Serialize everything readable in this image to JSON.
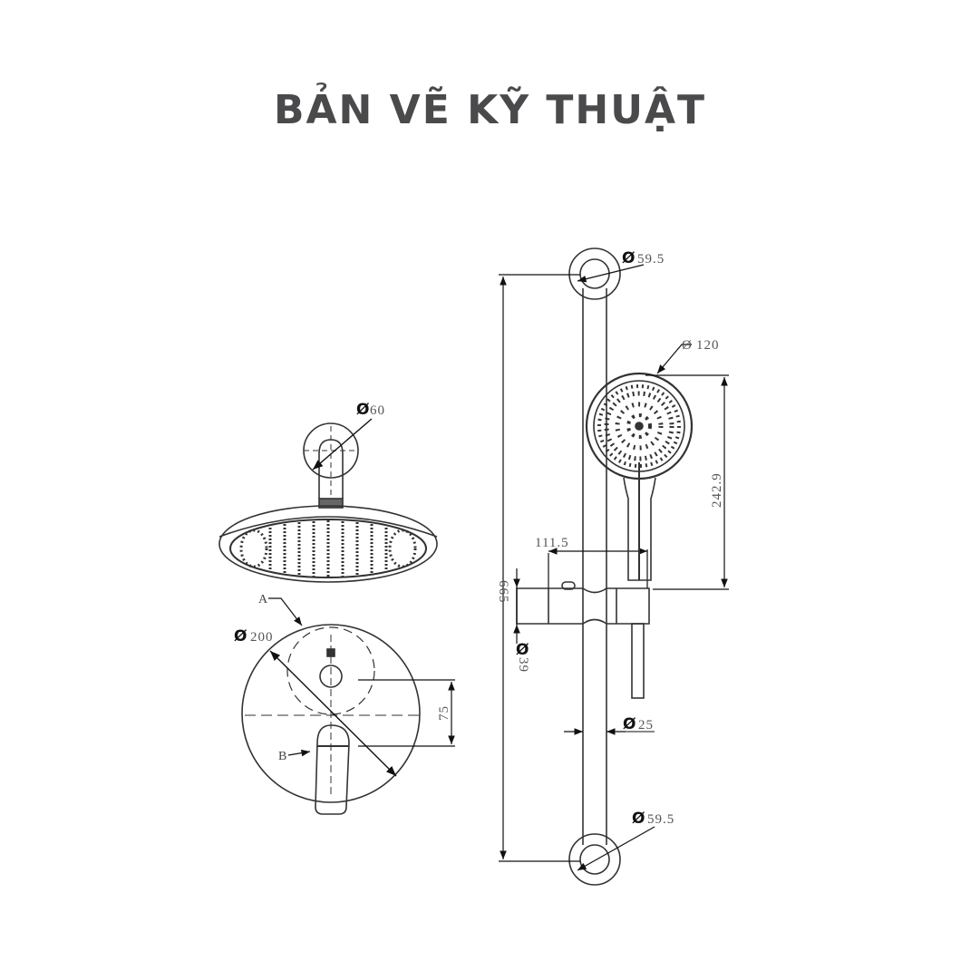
{
  "title": "BẢN VẼ KỸ THUẬT",
  "diagram": {
    "overhead_shower": {
      "wall_flange_diameter": {
        "symbol": "Ø",
        "value": "60"
      }
    },
    "mixer_valve": {
      "plate_diameter": {
        "symbol": "Ø",
        "value": "200"
      },
      "center_distance": "75",
      "callouts": [
        "A",
        "B"
      ]
    },
    "slide_rail": {
      "total_height": "665",
      "top_bracket_diameter": {
        "symbol": "Ø",
        "value": "59.5"
      },
      "bottom_bracket_diameter": {
        "symbol": "Ø",
        "value": "59.5"
      },
      "rail_diameter": {
        "symbol": "Ø",
        "value": "25"
      },
      "slider_height": {
        "symbol": "Ø",
        "value": "39"
      },
      "slider_projection": "111.5"
    },
    "hand_shower": {
      "head_diameter": {
        "symbol": "Ø",
        "value": "120"
      },
      "height": "242.9"
    }
  }
}
